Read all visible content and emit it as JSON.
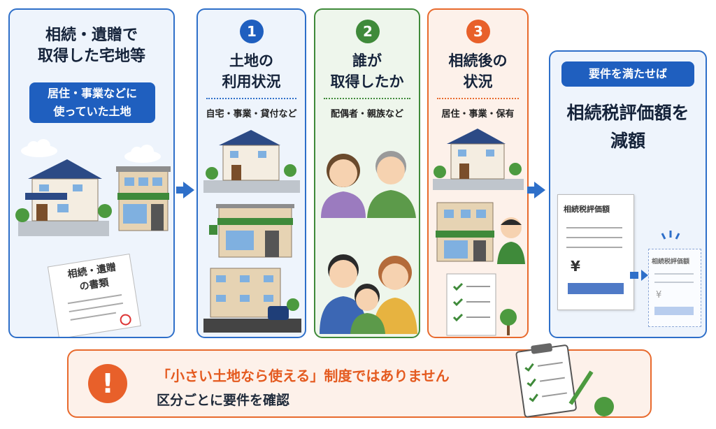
{
  "panel0": {
    "title_line1": "相続・遺贈で",
    "title_line2": "取得した宅地等",
    "pill_line1": "居住・事業などに",
    "pill_line2": "使っていた土地",
    "doc_line1": "相続・遺贈",
    "doc_line2": "の書類"
  },
  "panel1": {
    "number": "1",
    "title_line1": "土地の",
    "title_line2": "利用状況",
    "subtitle": "自宅・事業・貸付など"
  },
  "panel2": {
    "number": "2",
    "title_line1": "誰が",
    "title_line2": "取得したか",
    "subtitle": "配偶者・親族など"
  },
  "panel3": {
    "number": "3",
    "title_line1": "相続後の",
    "title_line2": "状況",
    "subtitle": "居住・事業・保有"
  },
  "panel4": {
    "pill": "要件を満たせば",
    "title_line1": "相続税評価額を",
    "title_line2": "減額",
    "doc_big_title": "相続税評価額",
    "doc_small_title": "相続税評価額",
    "yen": "¥"
  },
  "bottom": {
    "warning_mark": "!",
    "line1": "「小さい土地なら使える」制度ではありません",
    "line2": "区分ごとに要件を確認"
  },
  "colors": {
    "blue": "#2e6fc9",
    "green": "#3f8a3a",
    "orange": "#e86a2d"
  }
}
